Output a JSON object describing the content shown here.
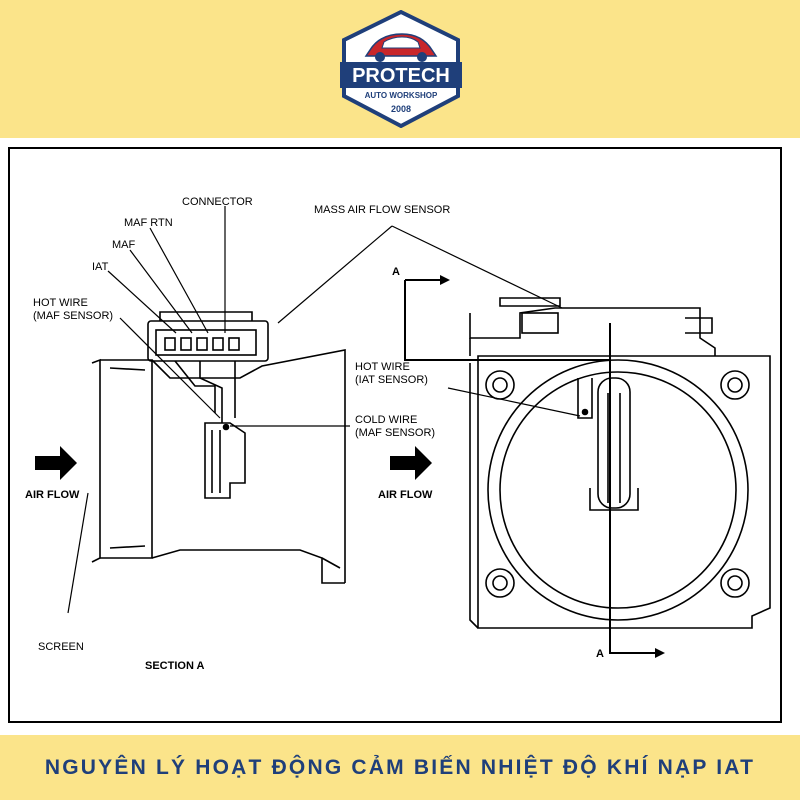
{
  "logo": {
    "brand": "PROTECH",
    "subtitle": "AUTO WORKSHOP",
    "year": "2008"
  },
  "diagram": {
    "labels": {
      "connector": "CONNECTOR",
      "maf_rtn": "MAF RTN",
      "maf": "MAF",
      "iat": "IAT",
      "hot_wire_maf_1": "HOT WIRE",
      "hot_wire_maf_2": "(MAF SENSOR)",
      "mass_air_flow_sensor": "MASS AIR FLOW SENSOR",
      "hot_wire_iat_1": "HOT WIRE",
      "hot_wire_iat_2": "(IAT SENSOR)",
      "cold_wire_1": "COLD WIRE",
      "cold_wire_2": "(MAF SENSOR)",
      "air_flow_left": "AIR FLOW",
      "air_flow_right": "AIR FLOW",
      "screen": "SCREEN",
      "section_a": "SECTION A",
      "a_top": "A",
      "a_bottom": "A"
    }
  },
  "footer": {
    "title": "NGUYÊN LÝ HOẠT ĐỘNG CẢM BIẾN NHIỆT ĐỘ KHÍ NẠP IAT"
  },
  "colors": {
    "band": "#fbe48a",
    "navy": "#1f3f7a",
    "logo_red": "#c8262b"
  }
}
